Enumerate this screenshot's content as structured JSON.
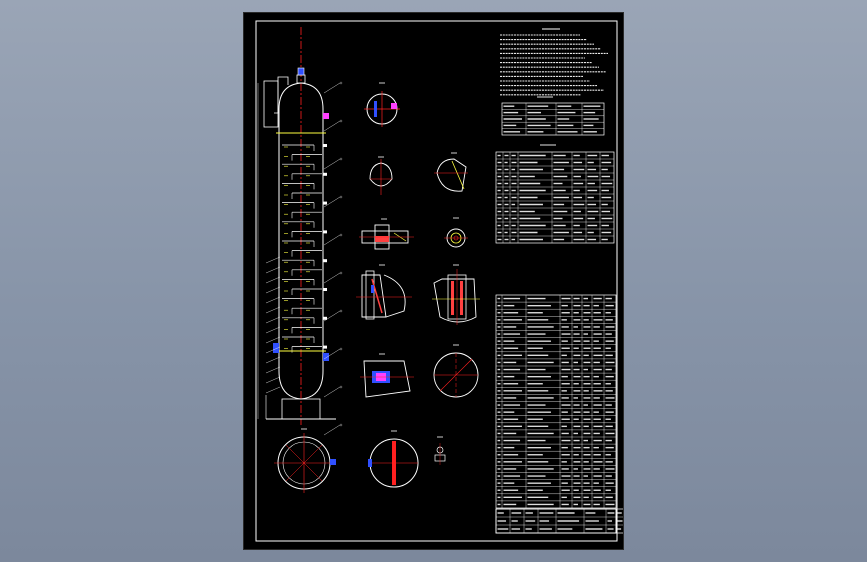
{
  "viewer": {
    "background_top": "#9aa5b6",
    "background_bottom": "#7c889c"
  },
  "drawing": {
    "sheet_color": "#000000",
    "line_colors": {
      "outline": "#ffffff",
      "centerline": "#ff2020",
      "hatch": "#3050ff",
      "dimension": "#ffff40",
      "accent": "#ff40ff",
      "section": "#00c0c0"
    },
    "views": [
      "column-elevation",
      "section-nozzle-top",
      "detail-a",
      "detail-b",
      "detail-c",
      "detail-d",
      "detail-e",
      "detail-f",
      "detail-g",
      "detail-h",
      "detail-i",
      "plan-view-bottom",
      "section-plate",
      "small-detail"
    ],
    "tables": [
      "technical-requirements-notes",
      "design-data-table",
      "nozzle-table",
      "parts-list-table",
      "title-block"
    ]
  }
}
